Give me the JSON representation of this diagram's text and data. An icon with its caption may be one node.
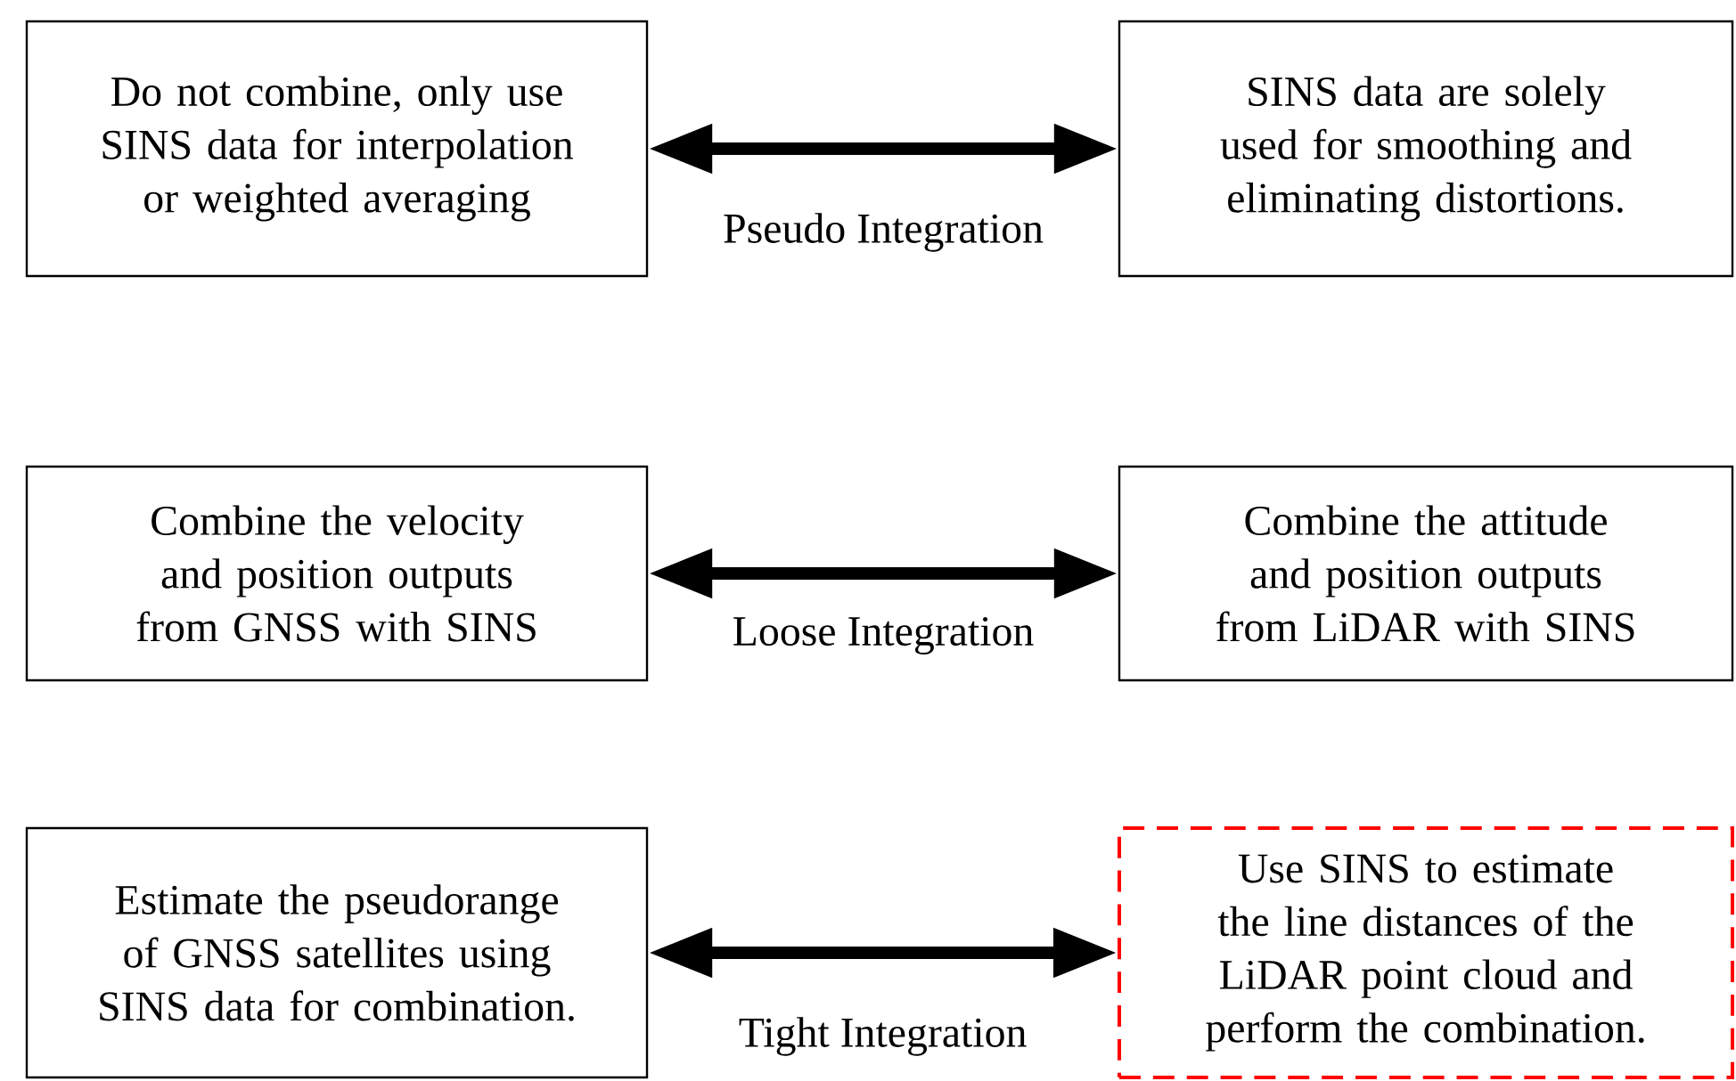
{
  "diagram": {
    "nodes": [
      {
        "text": [
          "Do not combine, only use SINS data for interpolation or weighted averaging"
        ]
      },
      {
        "text": [
          "SINS data are solely used for smoothing and eliminating distortions."
        ]
      },
      {
        "text": [
          "Combine the velocity and position outputs from GNSS with SINS"
        ]
      },
      {
        "text": [
          "Combine the attitude and position outputs from LiDAR with SINS"
        ]
      },
      {
        "text": [
          "Estimate the pseudorange of GNSS satellites using SINS data for combination."
        ]
      },
      {
        "text": [
          "Use SINS to estimate the line distances of the LiDAR point cloud and perform the combination."
        ]
      }
    ],
    "edges": [
      {
        "from": 0,
        "to": 1,
        "arrow": "both",
        "label": "Pseudo Integration"
      },
      {
        "from": 2,
        "to": 3,
        "arrow": "both",
        "label": "Loose Integration"
      },
      {
        "from": 4,
        "to": 5,
        "arrow": "both",
        "label": "Tight Integration"
      }
    ]
  }
}
